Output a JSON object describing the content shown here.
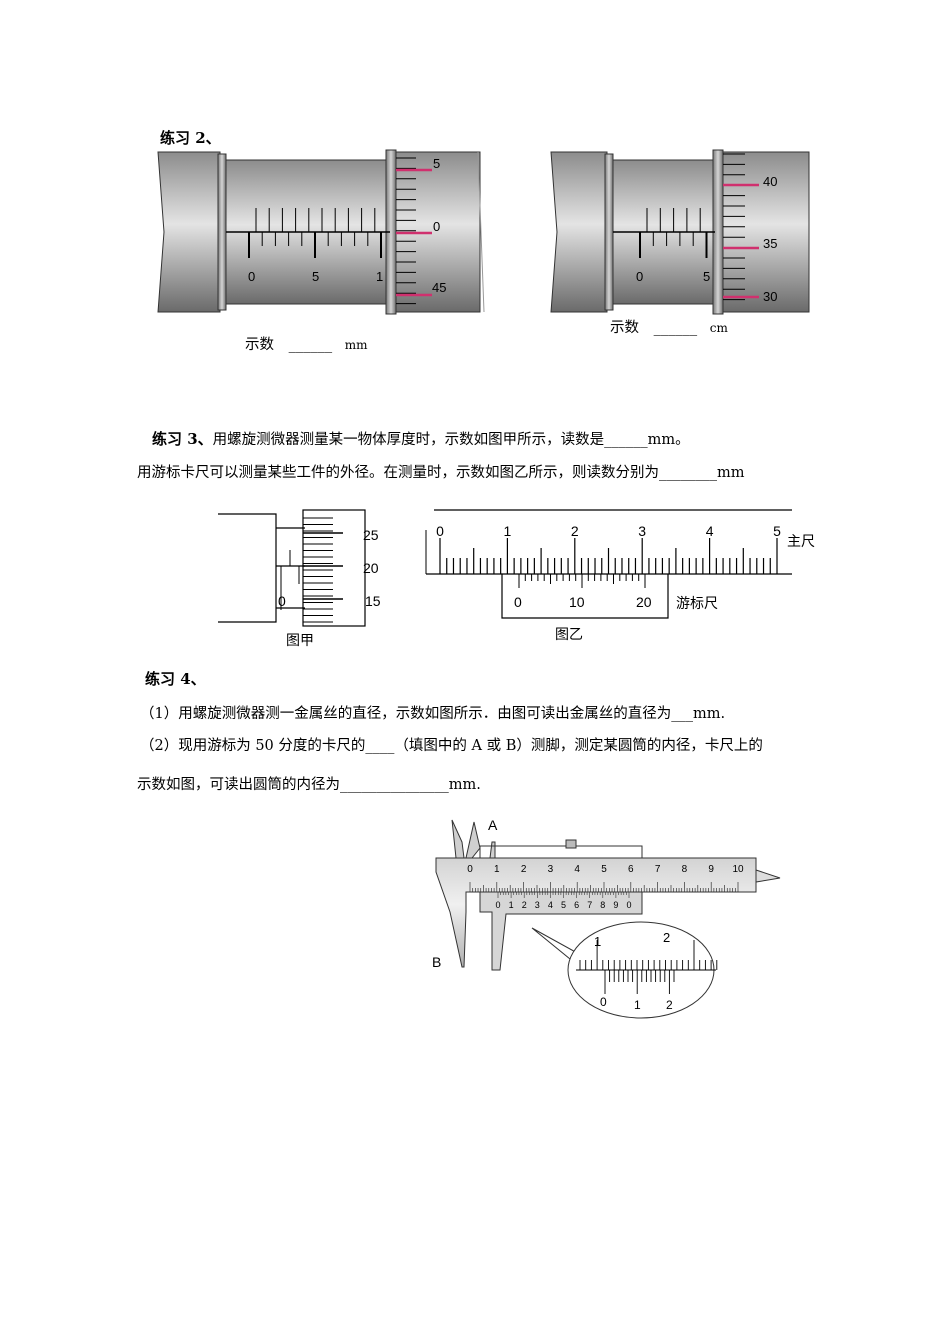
{
  "ex2": {
    "heading": "练习 2、",
    "fig1": {
      "scale_labels": [
        "0",
        "5",
        "1"
      ],
      "thimble_labels": [
        "5",
        "0",
        "45"
      ],
      "reading_label": "示数",
      "blank": "______",
      "unit": "mm"
    },
    "fig2": {
      "scale_labels": [
        "0",
        "5"
      ],
      "thimble_labels": [
        "40",
        "35",
        "30"
      ],
      "reading_label": "示数",
      "blank": "______",
      "unit": "cm"
    }
  },
  "ex3": {
    "heading": "练习 3、",
    "line1": "用螺旋测微器测量某一物体厚度时，示数如图甲所示，读数是______mm。",
    "line2": "用游标卡尺可以测量某些工件的外径。在测量时，示数如图乙所示，则读数分别为________mm",
    "fig_jia": {
      "thimble_labels": [
        "25",
        "20",
        "15"
      ],
      "scale_label": "0",
      "caption": "图甲"
    },
    "fig_yi": {
      "main_labels": [
        "0",
        "1",
        "2",
        "3",
        "4",
        "5"
      ],
      "main_name": "主尺",
      "vernier_labels": [
        "0",
        "10",
        "20"
      ],
      "vernier_name": "游标尺",
      "caption": "图乙"
    }
  },
  "ex4": {
    "heading": "练习 4、",
    "q1": "（1）用螺旋测微器测一金属丝的直径，示数如图所示．由图可读出金属丝的直径为___mm.",
    "q2_line1": "（2）现用游标为 50 分度的卡尺的____（填图中的 A 或 B）测脚，测定某圆筒的内径，卡尺上的",
    "q2_line2": "示数如图，可读出圆筒的内径为_______________mm.",
    "caliper": {
      "jaw_a": "A",
      "jaw_b": "B",
      "main_labels": [
        "0",
        "1",
        "2",
        "3",
        "4",
        "5",
        "6",
        "7",
        "8",
        "9",
        "10"
      ],
      "vernier_labels": [
        "0",
        "1",
        "2",
        "3",
        "4",
        "5",
        "6",
        "7",
        "8",
        "9",
        "0"
      ],
      "zoom_main_labels": [
        "1",
        "2"
      ],
      "zoom_vernier_labels": [
        "0",
        "1",
        "2"
      ]
    }
  }
}
